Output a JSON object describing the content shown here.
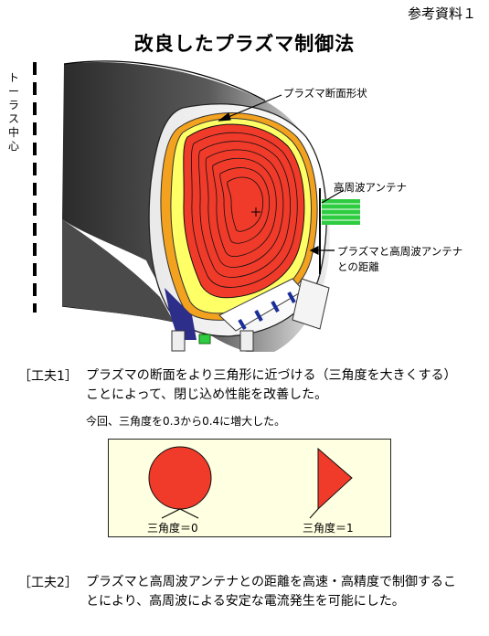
{
  "header": {
    "reference_label": "参考資料１",
    "title": "改良したプラズマ制御法"
  },
  "diagram": {
    "torus_center_label": "トーラス中心",
    "plasma_shape_label": "プラズマ断面形状",
    "antenna_label": "高周波アンテナ",
    "distance_label_line1": "プラズマと高周波アンテナ",
    "distance_label_line2": "との距離"
  },
  "colors": {
    "plasma_core": "#f03a2a",
    "plasma_edge": "#ffff66",
    "plasma_outer": "#f2a21e",
    "antenna": "#2ecc40",
    "wall_dark": "#333333",
    "wall_light": "#e6e6e6",
    "triangularity_box_bg": "#ffffe1"
  },
  "improvement1": {
    "tag": "［工夫1］",
    "text": "プラズマの断面をより三角形に近づける（三角度を大きくする）ことによって、閉じ込め性能を改善した。",
    "note": "今回、三角度を0.3から0.4に増大した。"
  },
  "triangularity_examples": [
    {
      "shape": "circle",
      "label": "三角度＝0"
    },
    {
      "shape": "triangle",
      "label": "三角度＝1"
    }
  ],
  "improvement2": {
    "tag": "［工夫2］",
    "text": "プラズマと高周波アンテナとの距離を高速・高精度で制御することにより、高周波による安定な電流発生を可能にした。"
  }
}
